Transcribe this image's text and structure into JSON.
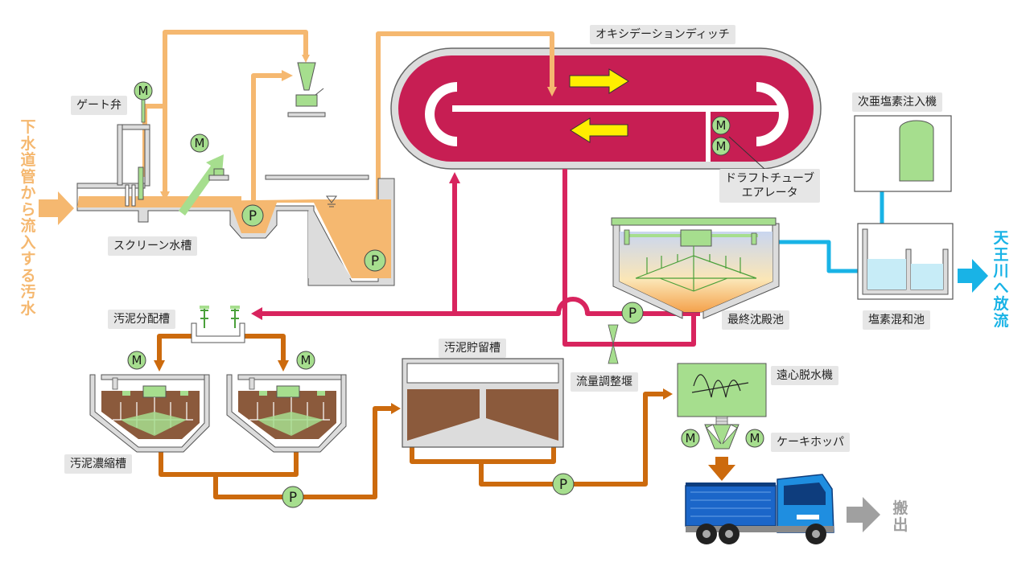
{
  "labels": {
    "gate_valve": "ゲート弁",
    "screen_tank": "スクリーン水槽",
    "oxidation_ditch": "オキシデーションディッチ",
    "draft_tube_line1": "ドラフトチューブ",
    "draft_tube_line2": "エアレータ",
    "hypochlorite_injector": "次亜塩素注入機",
    "chlorine_mixing_tank": "塩素混和池",
    "final_settling_tank": "最終沈殿池",
    "sludge_distribution_tank": "汚泥分配槽",
    "sludge_storage_tank": "汚泥貯留槽",
    "flow_control_weir": "流量調整堰",
    "centrifugal_dehydrator": "遠心脱水機",
    "cake_hopper": "ケーキホッパ",
    "sludge_thickening_tank": "汚泥濃縮槽",
    "inflow": "下水道管から流入する汚水",
    "discharge": "天王川へ放流",
    "carry_out": "搬出"
  },
  "symbols": {
    "motor": "M",
    "pump": "P"
  },
  "colors": {
    "sewage": "#f5b870",
    "mixed_liquor": "#d8245e",
    "sludge": "#cc6a0d",
    "treated_water": "#19b3e6",
    "equipment": "#a6de8e",
    "sludge_body": "#8b5a3c",
    "ditch_body": "#c71e53",
    "arrow_in_ditch": "#ffee00",
    "truck_body": "#1b66c9",
    "carry_out_arrow": "#a0a0a0"
  },
  "icons": [
    "motor-icon",
    "pump-icon",
    "arrow-icon",
    "truck-icon"
  ]
}
